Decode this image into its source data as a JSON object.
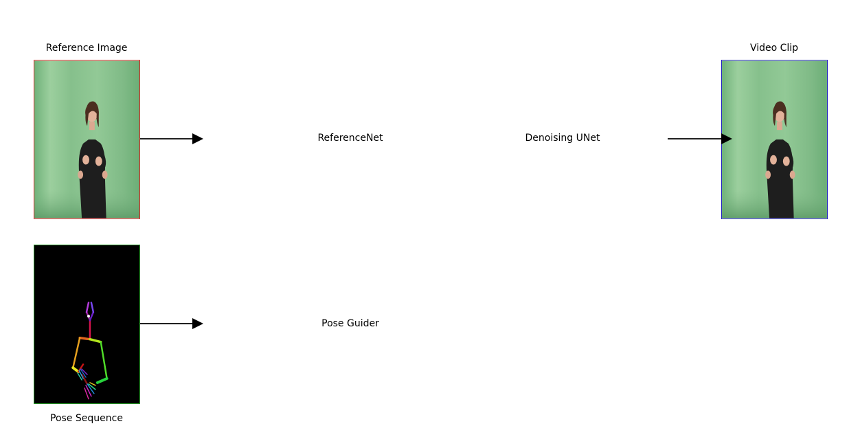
{
  "nodes": {
    "reference_image": {
      "label": "Reference Image",
      "border_color": "#d62728"
    },
    "pose_sequence": {
      "label": "Pose Sequence",
      "border_color": "#2ca02c"
    },
    "video_clip": {
      "label": "Video Clip",
      "border_color": "#1f1fbf"
    },
    "reference_net": {
      "label": "ReferenceNet"
    },
    "denoising_unet": {
      "label": "Denoising UNet"
    },
    "pose_guider": {
      "label": "Pose Guider"
    }
  },
  "colors": {
    "green_screen": "#8cc390",
    "pose_background": "#000000",
    "arrow": "#000000"
  },
  "edges": [
    {
      "from": "reference_image",
      "to": "reference_net"
    },
    {
      "from": "pose_sequence",
      "to": "pose_guider"
    },
    {
      "from": "denoising_unet",
      "to": "video_clip"
    }
  ]
}
